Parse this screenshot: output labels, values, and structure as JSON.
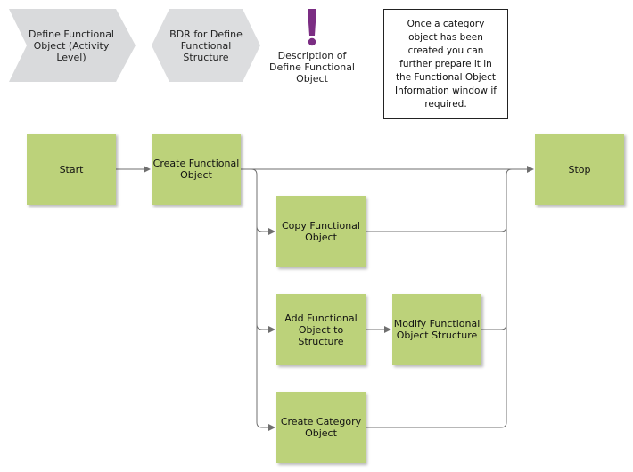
{
  "header": {
    "event_left": "Define Functional Object (Activity Level)",
    "event_right": "BDR for Define Functional Structure",
    "description": "Description of Define Functional Object",
    "note": "Once a category object has been created you can further prepare it in the Functional Object Information window if required."
  },
  "flow": {
    "start": "Start",
    "create": "Create Functional Object",
    "stop": "Stop",
    "copy": "Copy Functional Object",
    "add": "Add Functional Object to Structure",
    "modify": "Modify Functional Object Structure",
    "create_category": "Create Category Object"
  },
  "colors": {
    "task_fill": "#bcd27a",
    "chevron_fill": "#d9dadc",
    "exclamation": "#7b2d83",
    "connector": "#6f6f6f"
  },
  "icons": {
    "description": "exclamation-icon"
  }
}
